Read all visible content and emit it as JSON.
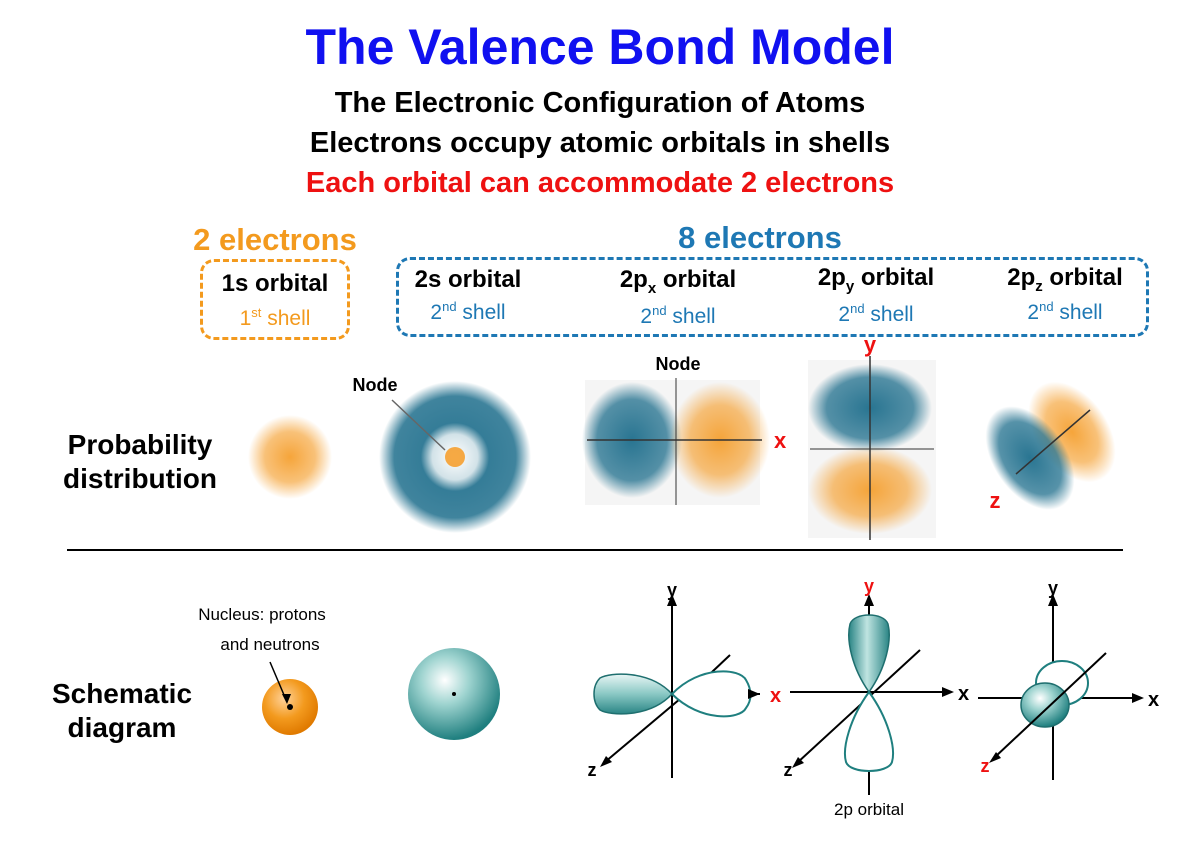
{
  "title": "The Valence Bond Model",
  "subtitles": {
    "line1": "The Electronic Configuration of Atoms",
    "line2": "Electrons occupy atomic orbitals in shells",
    "line3": "Each orbital can accommodate 2 electrons"
  },
  "groups": {
    "first": "2 electrons",
    "second": "8 electrons"
  },
  "orbitals": [
    {
      "name": "1s orbital",
      "prefix": "1s",
      "sub": "",
      "suffix": " orbital",
      "shell_num": "1",
      "shell_sup": "st",
      "shell_word": " shell"
    },
    {
      "name": "2s orbital",
      "prefix": "2s",
      "sub": "",
      "suffix": " orbital",
      "shell_num": "2",
      "shell_sup": "nd",
      "shell_word": " shell"
    },
    {
      "name": "2px orbital",
      "prefix": "2p",
      "sub": "x",
      "suffix": " orbital",
      "shell_num": "2",
      "shell_sup": "nd",
      "shell_word": " shell"
    },
    {
      "name": "2py orbital",
      "prefix": "2p",
      "sub": "y",
      "suffix": " orbital",
      "shell_num": "2",
      "shell_sup": "nd",
      "shell_word": " shell"
    },
    {
      "name": "2pz orbital",
      "prefix": "2p",
      "sub": "z",
      "suffix": " orbital",
      "shell_num": "2",
      "shell_sup": "nd",
      "shell_word": " shell"
    }
  ],
  "rows": {
    "probability": {
      "line1": "Probability",
      "line2": "distribution"
    },
    "schematic": {
      "line1": "Schematic",
      "line2": "diagram"
    }
  },
  "annotations": {
    "node": "Node",
    "nucleus_line1": "Nucleus: protons",
    "nucleus_line2": "and neutrons",
    "orbital_2p": "2p orbital"
  },
  "axes": {
    "x": "x",
    "y": "y",
    "z": "z"
  },
  "colors": {
    "title_blue": "#1010f0",
    "highlight_red": "#ee1111",
    "orange": "#f39a1e",
    "shell_blue": "#1e78b4",
    "teal_cloud": "#1e6e8c",
    "teal_lobe": "#3a9a9a"
  }
}
